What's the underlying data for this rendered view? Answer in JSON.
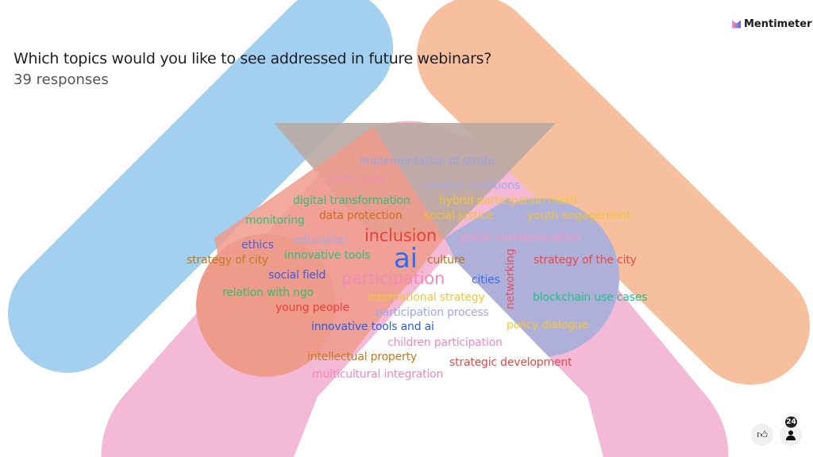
{
  "title": "Which topics would you like to see addressed in future webinars?",
  "responses": "39 responses",
  "brand": "Mentimeter",
  "participant_count": "24",
  "icons": {
    "like": "thumbs-up-icon",
    "participants": "person-icon"
  },
  "words": [
    {
      "text": "implementation of strate",
      "color": "#9aa2e0",
      "size": 14
    },
    {
      "text": "participaty",
      "color": "#f08ab0",
      "size": 14
    },
    {
      "text": "creative coalitions",
      "color": "#a6a8e2",
      "size": 14
    },
    {
      "text": "digital transformation",
      "color": "#2fbf7a",
      "size": 14
    },
    {
      "text": "hybrid participation meth",
      "color": "#f0c53a",
      "size": 14
    },
    {
      "text": "monitoring",
      "color": "#2fbf7a",
      "size": 14
    },
    {
      "text": "data protection",
      "color": "#d06a20",
      "size": 14
    },
    {
      "text": "social justice",
      "color": "#f0c040",
      "size": 14
    },
    {
      "text": "youth engagement",
      "color": "#f0c040",
      "size": 14
    },
    {
      "text": "inclusion",
      "color": "#e8403a",
      "size": 21
    },
    {
      "text": "education",
      "color": "#a6a8e2",
      "size": 14
    },
    {
      "text": "public communication",
      "color": "#f29ac0",
      "size": 14
    },
    {
      "text": "ethics",
      "color": "#4a5ee0",
      "size": 14
    },
    {
      "text": "strategy of city",
      "color": "#c07a20",
      "size": 14
    },
    {
      "text": "innovative tools",
      "color": "#2fbf7a",
      "size": 14
    },
    {
      "text": "ai",
      "color": "#2d6cf0",
      "size": 34
    },
    {
      "text": "culture",
      "color": "#b8731e",
      "size": 14
    },
    {
      "text": "networking",
      "color": "#e8505a",
      "size": 14
    },
    {
      "text": "strategy of the city",
      "color": "#e84848",
      "size": 14
    },
    {
      "text": "social field",
      "color": "#3d5ae0",
      "size": 14
    },
    {
      "text": "participation",
      "color": "#f38ab6",
      "size": 21
    },
    {
      "text": "cities",
      "color": "#3d6ae8",
      "size": 14
    },
    {
      "text": "relation with ngo",
      "color": "#2fbf6a",
      "size": 14
    },
    {
      "text": "international strategy",
      "color": "#f0c83a",
      "size": 14
    },
    {
      "text": "blockchain use cases",
      "color": "#22c08a",
      "size": 14
    },
    {
      "text": "young people",
      "color": "#e84040",
      "size": 14
    },
    {
      "text": "participation process",
      "color": "#a0a8e8",
      "size": 14
    },
    {
      "text": "innovative tools and ai",
      "color": "#2a5ee0",
      "size": 14
    },
    {
      "text": "policy dialogue",
      "color": "#f0c83a",
      "size": 14
    },
    {
      "text": "children participation",
      "color": "#f08ab8",
      "size": 14
    },
    {
      "text": "intellectual property",
      "color": "#c8781e",
      "size": 14
    },
    {
      "text": "strategic development",
      "color": "#e84848",
      "size": 14
    },
    {
      "text": "multicultural integration",
      "color": "#f08ab8",
      "size": 14
    }
  ]
}
